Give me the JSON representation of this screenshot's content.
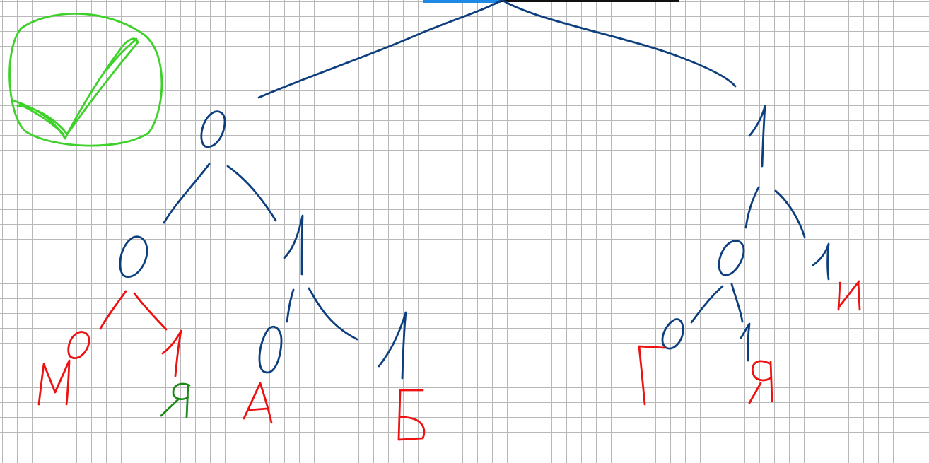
{
  "colors": {
    "tree_ink": "#0d3f7e",
    "letter_ink": "#ee1111",
    "alt_letter_ink": "#1b8a1b",
    "check_ink": "#3ed12a",
    "grid": "#b8b8b8",
    "toolbar_blue": "#1e88e5"
  },
  "check_mark": {
    "icon": "check-in-circle-icon",
    "color": "#3ed12a"
  },
  "tree": {
    "root_edges": {
      "left": "0",
      "right": "1"
    },
    "left_branch": {
      "edges": {
        "left": "0",
        "right": "1"
      },
      "left_leaves": {
        "zero": "М",
        "one": "Я"
      },
      "right_leaves": {
        "zero": "А",
        "one": "Б"
      }
    },
    "right_branch": {
      "edges": {
        "left": "0",
        "right": "1"
      },
      "right_leaf": "И",
      "left_leaves": {
        "zero": "Г",
        "one": "Я"
      }
    }
  }
}
